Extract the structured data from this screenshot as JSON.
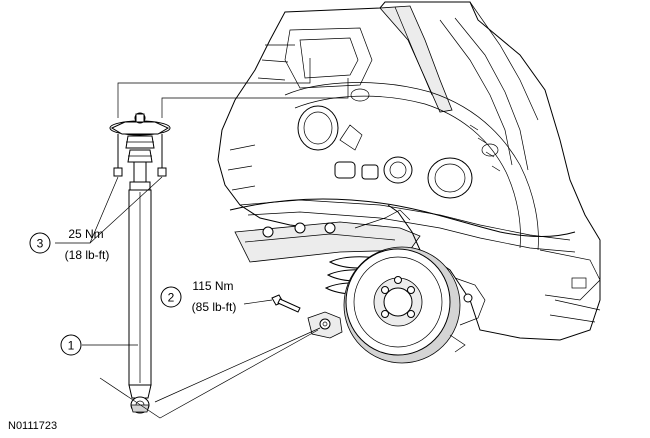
{
  "callouts": [
    {
      "number": "1",
      "torque": "",
      "torque_imperial": ""
    },
    {
      "number": "2",
      "torque": "115 Nm",
      "torque_imperial": "(85 lb-ft)"
    },
    {
      "number": "3",
      "torque": "25 Nm",
      "torque_imperial": "(18 lb-ft)"
    }
  ],
  "reference_code": "N0111723"
}
